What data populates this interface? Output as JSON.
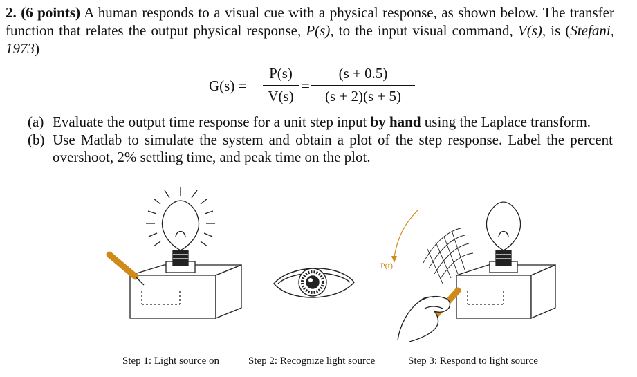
{
  "problem": {
    "number": "2.",
    "points": "(6 points)",
    "text_1": " A human responds to a visual cue with a physical response, as shown below. The transfer function that relates the output physical response, ",
    "P_s": "P(s)",
    "text_2": ", to the input visual command, ",
    "V_s": "V(s)",
    "text_3": ", is (",
    "citation": "Stefani, 1973",
    "text_4": ")"
  },
  "equation": {
    "lhs": "G(s) =",
    "frac1_num": "P(s)",
    "frac1_den": "V(s)",
    "equals": "=",
    "frac2_num": "(s + 0.5)",
    "frac2_den": "(s + 2)(s + 5)"
  },
  "parts": [
    {
      "tag": "(a)",
      "pre": "Evaluate the output time response for a unit step input ",
      "bold": "by hand",
      "post": " using the Laplace transform."
    },
    {
      "tag": "(b)",
      "pre": "Use Matlab to simulate the system and obtain a plot of the step response. Label the percent overshoot, 2% settling time, and peak time on the plot.",
      "bold": "",
      "post": ""
    }
  ],
  "figure": {
    "step1": "Step 1: Light source on",
    "step2": "Step 2: Recognize light source",
    "step3": "Step 3: Respond to light source",
    "arrow_label": "P(t)"
  },
  "colors": {
    "handle": "#d08a1a",
    "ink": "#222222"
  }
}
